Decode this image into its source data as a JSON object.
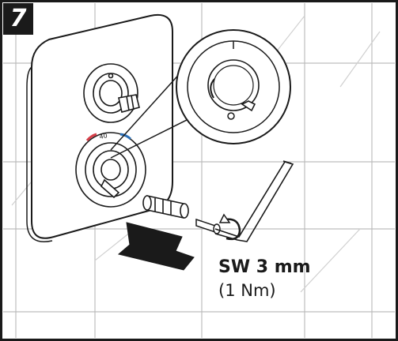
{
  "step": {
    "number": "7"
  },
  "tool": {
    "size_label": "SW 3 mm",
    "torque_label": "(1 Nm)"
  },
  "markings": {
    "temp_mark": "40"
  },
  "colors": {
    "outline": "#1a1a1a",
    "tile_grid": "#bdbdbd",
    "background": "#ffffff",
    "hot_indicator": "#d6404a",
    "cold_indicator": "#2a6fb8"
  }
}
